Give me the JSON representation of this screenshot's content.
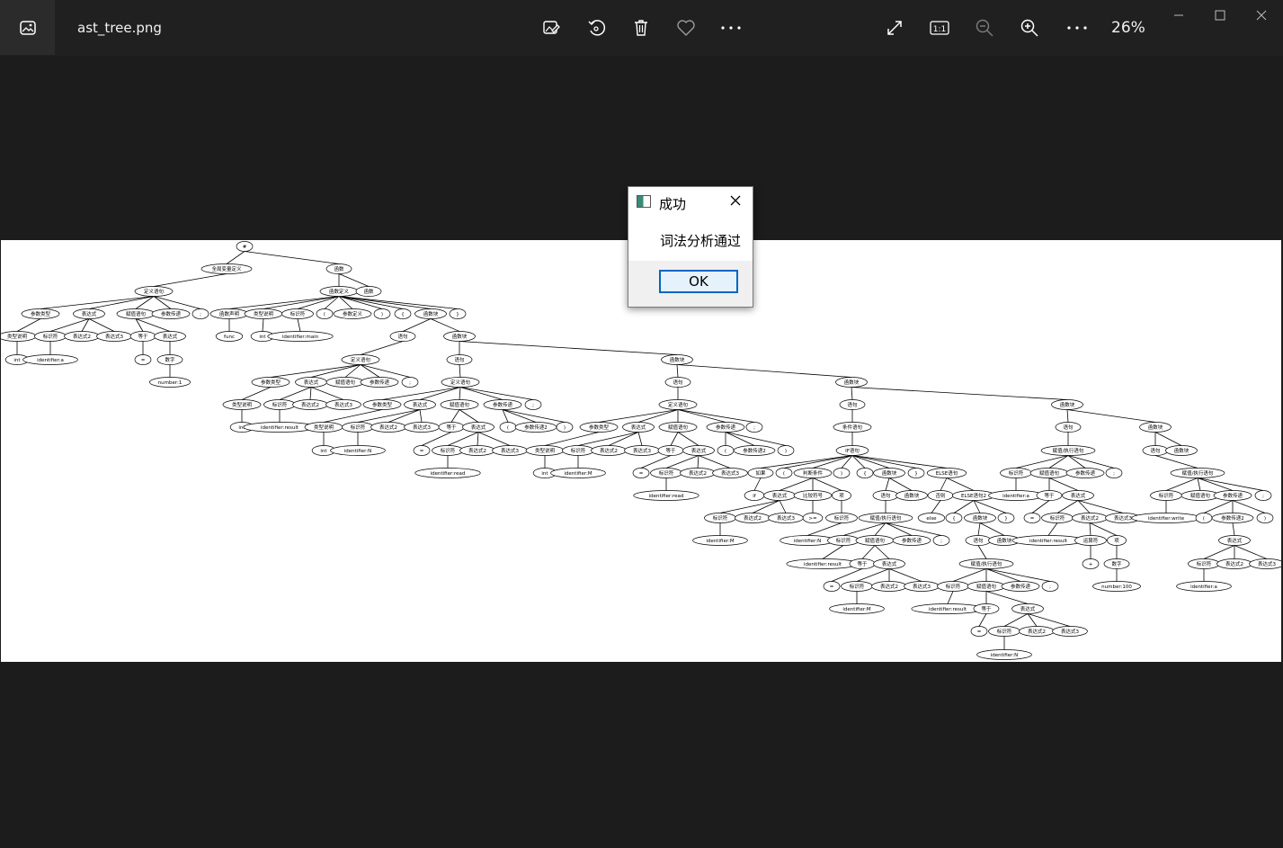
{
  "titlebar": {
    "file_name": "ast_tree.png",
    "zoom": "26%",
    "icons": [
      "gallery-icon",
      "edit-image-icon",
      "rotate-icon",
      "delete-icon",
      "favorite-icon",
      "more-icon",
      "fullscreen-icon",
      "actual-size-icon",
      "zoom-out-icon",
      "zoom-in-icon",
      "more-icon"
    ],
    "actual_size_label": "1:1"
  },
  "dialog": {
    "title": "成功",
    "message": "词法分析通过",
    "ok_label": "OK"
  },
  "tree": {
    "nodes": [
      {
        "id": "root",
        "label": "#"
      },
      {
        "id": "a",
        "label": "全局变量定义"
      },
      {
        "id": "b",
        "label": "函数"
      },
      {
        "id": "a1",
        "label": "定义语句"
      },
      {
        "id": "b1",
        "label": "函数定义"
      },
      {
        "id": "b2",
        "label": "函数"
      },
      {
        "id": "a1a",
        "label": "参数类型"
      },
      {
        "id": "a1b",
        "label": "表达式"
      },
      {
        "id": "a1c",
        "label": "赋值语句"
      },
      {
        "id": "a1d",
        "label": "参数传递"
      },
      {
        "id": "a1e",
        "label": ";"
      },
      {
        "id": "a1a1",
        "label": "类型说明"
      },
      {
        "id": "a1a1a",
        "label": "int"
      },
      {
        "id": "a1b1",
        "label": "标识符"
      },
      {
        "id": "a1b2",
        "label": "表达式2"
      },
      {
        "id": "a1b3",
        "label": "表达式3"
      },
      {
        "id": "a1b1a",
        "label": "identifier:a"
      },
      {
        "id": "a1c1",
        "label": "等于"
      },
      {
        "id": "a1c2",
        "label": "表达式"
      },
      {
        "id": "a1c1a",
        "label": "="
      },
      {
        "id": "a1c2a",
        "label": "数字"
      },
      {
        "id": "a1c2b",
        "label": "number:1"
      },
      {
        "id": "f1",
        "label": "函数声明"
      },
      {
        "id": "f2",
        "label": "类型说明"
      },
      {
        "id": "f3",
        "label": "标识符"
      },
      {
        "id": "f4",
        "label": "("
      },
      {
        "id": "f5",
        "label": "参数定义"
      },
      {
        "id": "f6",
        "label": ")"
      },
      {
        "id": "f7",
        "label": "{"
      },
      {
        "id": "f8",
        "label": "函数块"
      },
      {
        "id": "f9",
        "label": "}"
      },
      {
        "id": "f1a",
        "label": "func"
      },
      {
        "id": "f2a",
        "label": "int"
      },
      {
        "id": "f3a",
        "label": "identifier:main"
      },
      {
        "id": "g1",
        "label": "语句"
      },
      {
        "id": "g2",
        "label": "函数块"
      },
      {
        "id": "g1a",
        "label": "定义语句"
      },
      {
        "id": "h1",
        "label": "参数类型"
      },
      {
        "id": "h2",
        "label": "表达式"
      },
      {
        "id": "h3",
        "label": "赋值语句"
      },
      {
        "id": "h4",
        "label": "参数传递"
      },
      {
        "id": "h5",
        "label": ";"
      },
      {
        "id": "h1a",
        "label": "类型说明"
      },
      {
        "id": "h1b",
        "label": "int"
      },
      {
        "id": "h2a",
        "label": "标识符"
      },
      {
        "id": "h2b",
        "label": "表达式2"
      },
      {
        "id": "h2c",
        "label": "表达式3"
      },
      {
        "id": "h2d",
        "label": "identifier:result"
      },
      {
        "id": "i1",
        "label": "语句"
      },
      {
        "id": "i2",
        "label": "函数块"
      },
      {
        "id": "i1a",
        "label": "定义语句"
      },
      {
        "id": "j1",
        "label": "参数类型"
      },
      {
        "id": "j2",
        "label": "表达式"
      },
      {
        "id": "j3",
        "label": "赋值语句"
      },
      {
        "id": "j4",
        "label": "参数传递"
      },
      {
        "id": "j5",
        "label": ";"
      },
      {
        "id": "j1a",
        "label": "类型说明"
      },
      {
        "id": "j1b",
        "label": "int"
      },
      {
        "id": "j2a",
        "label": "标识符"
      },
      {
        "id": "j2b",
        "label": "表达式2"
      },
      {
        "id": "j2c",
        "label": "表达式3"
      },
      {
        "id": "j2d",
        "label": "identifier:N"
      },
      {
        "id": "j3a",
        "label": "等于"
      },
      {
        "id": "j3b",
        "label": "表达式"
      },
      {
        "id": "j3c",
        "label": "="
      },
      {
        "id": "j3d",
        "label": "标识符"
      },
      {
        "id": "j3e",
        "label": "表达式2"
      },
      {
        "id": "j3f",
        "label": "表达式3"
      },
      {
        "id": "j3g",
        "label": "identifier:read"
      },
      {
        "id": "j4a",
        "label": "("
      },
      {
        "id": "j4b",
        "label": "参数传递2"
      },
      {
        "id": "j4c",
        "label": ")"
      },
      {
        "id": "k1",
        "label": "语句"
      },
      {
        "id": "k2",
        "label": "函数块"
      },
      {
        "id": "k1a",
        "label": "定义语句"
      },
      {
        "id": "l1",
        "label": "参数类型"
      },
      {
        "id": "l2",
        "label": "表达式"
      },
      {
        "id": "l3",
        "label": "赋值语句"
      },
      {
        "id": "l4",
        "label": "参数传递"
      },
      {
        "id": "l5",
        "label": ";"
      },
      {
        "id": "l1a",
        "label": "类型说明"
      },
      {
        "id": "l1b",
        "label": "int"
      },
      {
        "id": "l2a",
        "label": "标识符"
      },
      {
        "id": "l2b",
        "label": "表达式2"
      },
      {
        "id": "l2c",
        "label": "表达式3"
      },
      {
        "id": "l2d",
        "label": "identifier:M"
      },
      {
        "id": "l3a",
        "label": "等于"
      },
      {
        "id": "l3b",
        "label": "表达式"
      },
      {
        "id": "l3c",
        "label": "="
      },
      {
        "id": "l3d",
        "label": "标识符"
      },
      {
        "id": "l3e",
        "label": "表达式2"
      },
      {
        "id": "l3f",
        "label": "表达式3"
      },
      {
        "id": "l3g",
        "label": "identifier:read"
      },
      {
        "id": "l4a",
        "label": "("
      },
      {
        "id": "l4b",
        "label": "参数传递2"
      },
      {
        "id": "l4c",
        "label": ")"
      },
      {
        "id": "m1",
        "label": "语句"
      },
      {
        "id": "m2",
        "label": "函数块"
      },
      {
        "id": "m1a",
        "label": "条件语句"
      },
      {
        "id": "m1b",
        "label": "IF语句"
      },
      {
        "id": "n1",
        "label": "如果"
      },
      {
        "id": "n2",
        "label": "("
      },
      {
        "id": "n3",
        "label": "判断条件"
      },
      {
        "id": "n4",
        "label": ")"
      },
      {
        "id": "n5",
        "label": "{"
      },
      {
        "id": "n6",
        "label": "函数块"
      },
      {
        "id": "n7",
        "label": "}"
      },
      {
        "id": "n8",
        "label": "ELSE语句"
      },
      {
        "id": "n1a",
        "label": "if"
      },
      {
        "id": "n3a",
        "label": "表达式"
      },
      {
        "id": "n3b",
        "label": "比较符号"
      },
      {
        "id": "n3c",
        "label": "项"
      },
      {
        "id": "n3d",
        "label": "标识符"
      },
      {
        "id": "n3e",
        "label": "表达式2"
      },
      {
        "id": "n3f",
        "label": "表达式3"
      },
      {
        "id": "n3g",
        "label": "identifier:M"
      },
      {
        "id": "n3h",
        "label": ">="
      },
      {
        "id": "n3i",
        "label": "标识符"
      },
      {
        "id": "n3j",
        "label": "identifier:N"
      },
      {
        "id": "n6a",
        "label": "语句"
      },
      {
        "id": "n6b",
        "label": "函数块"
      },
      {
        "id": "n6c",
        "label": "赋值/执行语句"
      },
      {
        "id": "o1",
        "label": "标识符"
      },
      {
        "id": "o2",
        "label": "赋值语句"
      },
      {
        "id": "o3",
        "label": "参数传递"
      },
      {
        "id": "o4",
        "label": ";"
      },
      {
        "id": "o1a",
        "label": "identifier:result"
      },
      {
        "id": "o2a",
        "label": "等于"
      },
      {
        "id": "o2b",
        "label": "表达式"
      },
      {
        "id": "o2c",
        "label": "="
      },
      {
        "id": "o2d",
        "label": "标识符"
      },
      {
        "id": "o2e",
        "label": "表达式2"
      },
      {
        "id": "o2f",
        "label": "表达式3"
      },
      {
        "id": "o2g",
        "label": "identifier:M"
      },
      {
        "id": "p1",
        "label": "否则"
      },
      {
        "id": "p2",
        "label": "ELSE语句2"
      },
      {
        "id": "p1a",
        "label": "else"
      },
      {
        "id": "p3",
        "label": "{"
      },
      {
        "id": "p4",
        "label": "函数块"
      },
      {
        "id": "p5",
        "label": "}"
      },
      {
        "id": "p6",
        "label": "语句"
      },
      {
        "id": "p7",
        "label": "函数块"
      },
      {
        "id": "p8",
        "label": "赋值/执行语句"
      },
      {
        "id": "q1",
        "label": "标识符"
      },
      {
        "id": "q2",
        "label": "赋值语句"
      },
      {
        "id": "q3",
        "label": "参数传递"
      },
      {
        "id": "q4",
        "label": ";"
      },
      {
        "id": "q1a",
        "label": "identifier:result"
      },
      {
        "id": "q2a",
        "label": "等于"
      },
      {
        "id": "q2b",
        "label": "表达式"
      },
      {
        "id": "q2c",
        "label": "="
      },
      {
        "id": "q2d",
        "label": "标识符"
      },
      {
        "id": "q2e",
        "label": "表达式2"
      },
      {
        "id": "q2f",
        "label": "表达式3"
      },
      {
        "id": "q2g",
        "label": "identifier:N"
      },
      {
        "id": "r1",
        "label": "语句"
      },
      {
        "id": "r2",
        "label": "函数块"
      },
      {
        "id": "r1a",
        "label": "赋值/执行语句"
      },
      {
        "id": "s1",
        "label": "标识符"
      },
      {
        "id": "s2",
        "label": "赋值语句"
      },
      {
        "id": "s3",
        "label": "参数传递"
      },
      {
        "id": "s4",
        "label": ";"
      },
      {
        "id": "s1a",
        "label": "identifier:a"
      },
      {
        "id": "s2a",
        "label": "等于"
      },
      {
        "id": "s2b",
        "label": "表达式"
      },
      {
        "id": "s2c",
        "label": "="
      },
      {
        "id": "s2d",
        "label": "标识符"
      },
      {
        "id": "s2e",
        "label": "表达式2"
      },
      {
        "id": "s2f",
        "label": "表达式3"
      },
      {
        "id": "s2g",
        "label": "identifier:result"
      },
      {
        "id": "s2h",
        "label": "运算符"
      },
      {
        "id": "s2i",
        "label": "项"
      },
      {
        "id": "s2j",
        "label": "+"
      },
      {
        "id": "s2k",
        "label": "数字"
      },
      {
        "id": "s2l",
        "label": "number:100"
      },
      {
        "id": "t1",
        "label": "语句"
      },
      {
        "id": "t2",
        "label": "函数块"
      },
      {
        "id": "t1a",
        "label": "赋值/执行语句"
      },
      {
        "id": "u1",
        "label": "标识符"
      },
      {
        "id": "u2",
        "label": "赋值语句"
      },
      {
        "id": "u3",
        "label": "参数传递"
      },
      {
        "id": "u4",
        "label": ";"
      },
      {
        "id": "u1a",
        "label": "identifier:write"
      },
      {
        "id": "u3a",
        "label": "("
      },
      {
        "id": "u3b",
        "label": "参数传递2"
      },
      {
        "id": "u3c",
        "label": ")"
      },
      {
        "id": "u3d",
        "label": "表达式"
      },
      {
        "id": "u3e",
        "label": "标识符"
      },
      {
        "id": "u3f",
        "label": "表达式2"
      },
      {
        "id": "u3g",
        "label": "表达式3"
      },
      {
        "id": "u3h",
        "label": "identifier:a"
      }
    ]
  }
}
